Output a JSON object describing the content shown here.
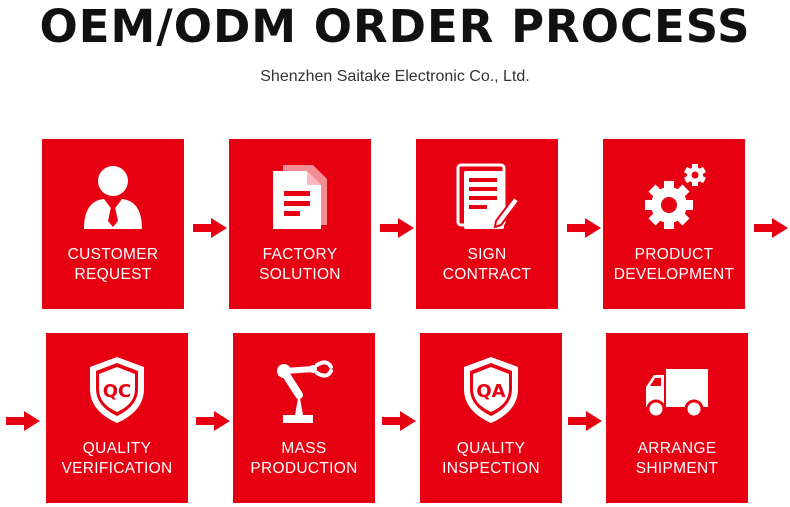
{
  "header": {
    "title": "OEM/ODM ORDER PROCESS",
    "subtitle": "Shenzhen Saitake Electronic Co., Ltd."
  },
  "colors": {
    "accent": "#e60012",
    "text": "#111111"
  },
  "steps": [
    {
      "line1": "CUSTOMER",
      "line2": "REQUEST",
      "icon": "customer-icon"
    },
    {
      "line1": "FACTORY",
      "line2": "SOLUTION",
      "icon": "document-icon"
    },
    {
      "line1": "SIGN",
      "line2": "CONTRACT",
      "icon": "contract-icon"
    },
    {
      "line1": "PRODUCT",
      "line2": "DEVELOPMENT",
      "icon": "gears-icon"
    },
    {
      "line1": "QUALITY",
      "line2": "VERIFICATION",
      "icon": "qc-shield-icon",
      "badge": "QC"
    },
    {
      "line1": "MASS",
      "line2": "PRODUCTION",
      "icon": "robot-arm-icon"
    },
    {
      "line1": "QUALITY",
      "line2": "INSPECTION",
      "icon": "qa-shield-icon",
      "badge": "QA"
    },
    {
      "line1": "ARRANGE",
      "line2": "SHIPMENT",
      "icon": "truck-icon"
    }
  ]
}
